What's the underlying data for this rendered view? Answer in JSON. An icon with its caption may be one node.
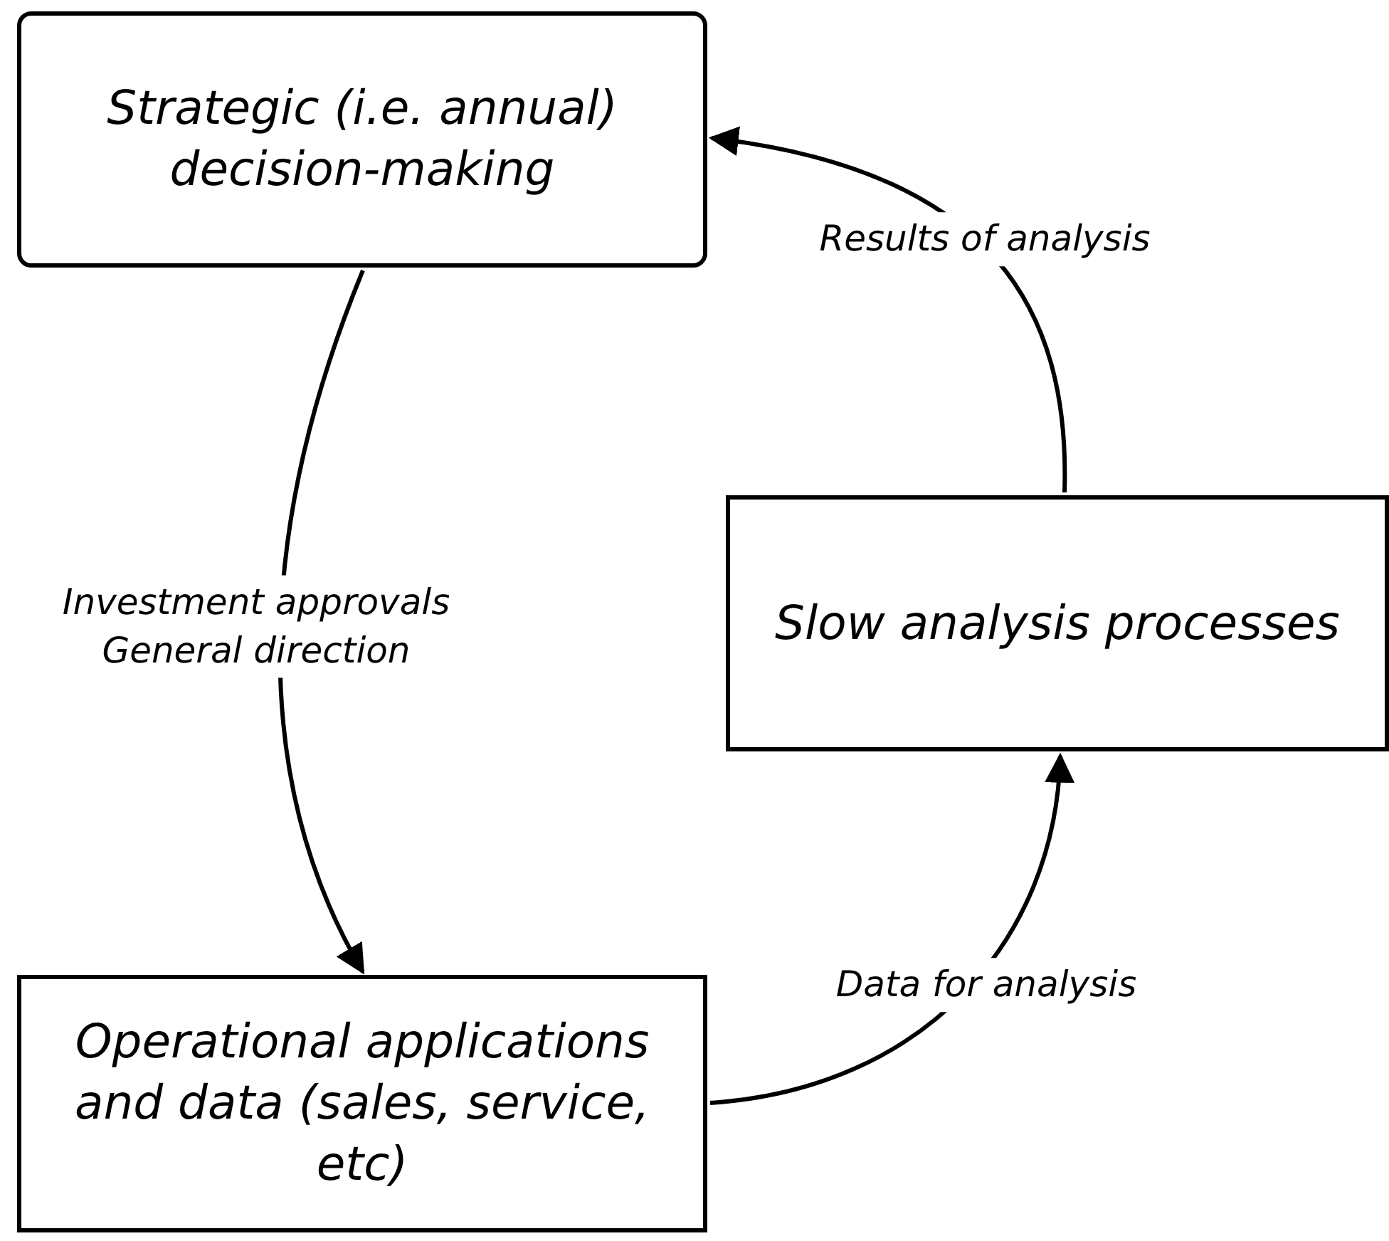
{
  "diagram": {
    "nodes": [
      {
        "text": [
          "Strategic (i.e. annual) decision-making"
        ]
      },
      {
        "text": [
          "Slow analysis processes"
        ]
      },
      {
        "text": [
          "Operational applications and data (sales, service, etc)"
        ]
      }
    ],
    "edges": [
      {
        "from": 0,
        "to": 2,
        "arrow": "to",
        "label": "Investment approvals General direction"
      },
      {
        "from": 2,
        "to": 1,
        "arrow": "to",
        "label": "Data for analysis"
      },
      {
        "from": 1,
        "to": 0,
        "arrow": "to",
        "label": "Results of analysis"
      }
    ]
  }
}
